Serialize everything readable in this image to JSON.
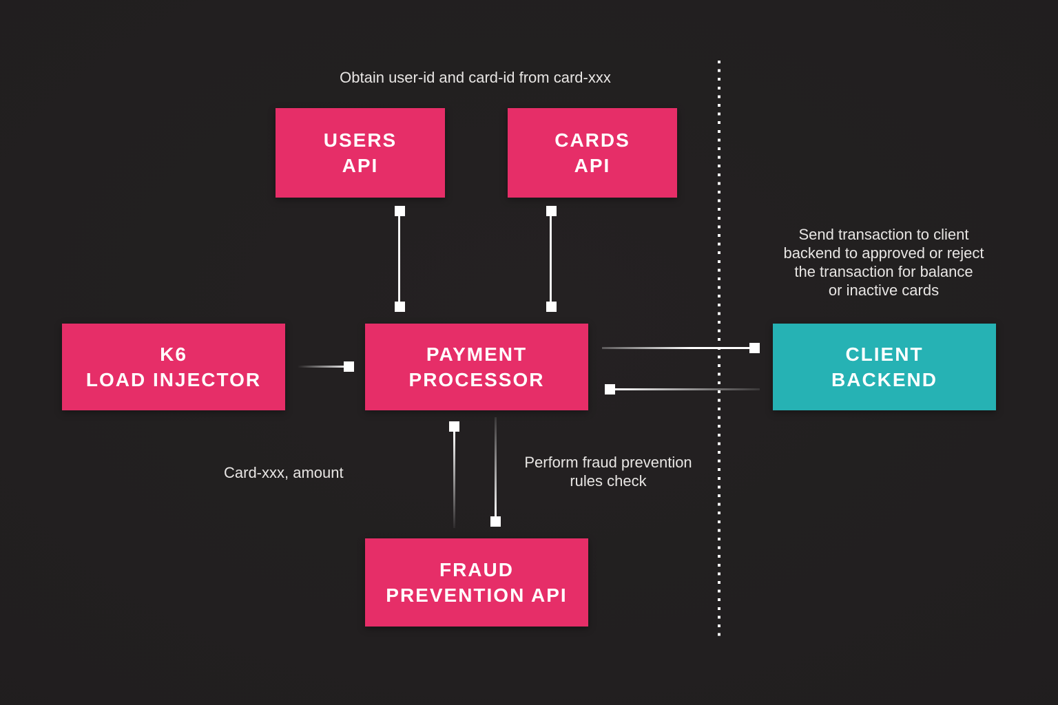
{
  "diagram_title": "k6 load test payment architecture",
  "colors": {
    "background": "#211F1F",
    "node_pink": "#E62E68",
    "node_teal": "#26B2B4",
    "connector": "#FFFFFF",
    "note_text": "#E8E6E4"
  },
  "nodes": {
    "users_api": {
      "label": "USERS\nAPI"
    },
    "cards_api": {
      "label": "CARDS\nAPI"
    },
    "k6_load_injector": {
      "label": "K6\nLOAD INJECTOR"
    },
    "payment_processor": {
      "label": "PAYMENT\nPROCESSOR"
    },
    "client_backend": {
      "label": "CLIENT\nBACKEND"
    },
    "fraud_prevention_api": {
      "label": "FRAUD\nPREVENTION API"
    }
  },
  "notes": {
    "obtain_ids": "Obtain user-id and card-id from card-xxx",
    "send_transaction": "Send transaction to client\nbackend to approved or reject\nthe transaction for balance\nor inactive cards",
    "card_amount": "Card-xxx, amount",
    "fraud_check": "Perform fraud prevention\nrules check"
  }
}
